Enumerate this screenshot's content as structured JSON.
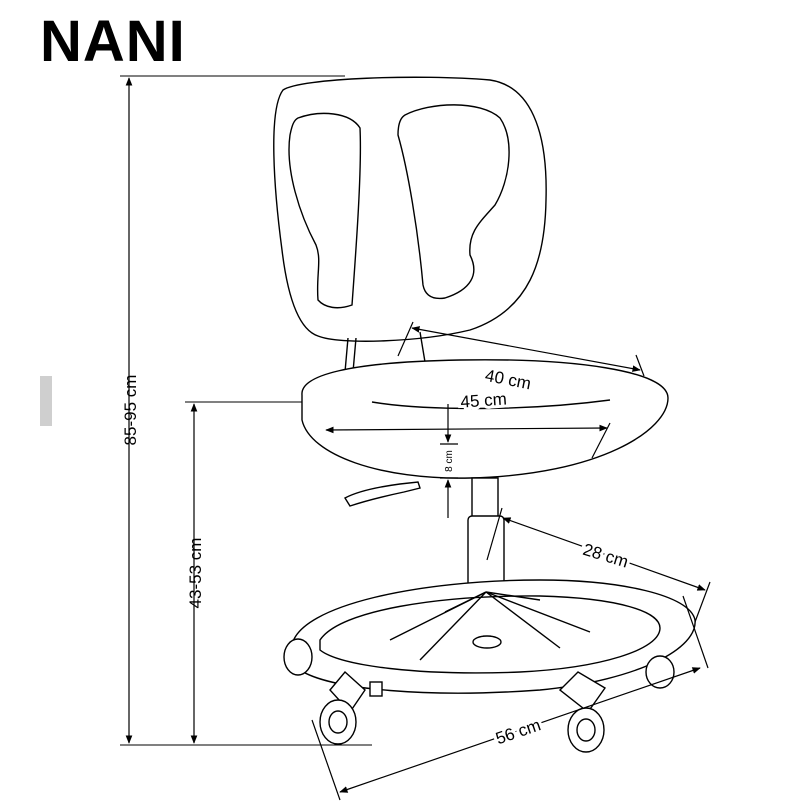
{
  "product": {
    "name": "NANI"
  },
  "dimensions": {
    "total_height": "85-95 cm",
    "seat_height": "43-53 cm",
    "backrest_width": "40 cm",
    "seat_width": "45 cm",
    "seat_thickness": "8 cm",
    "footrest_depth": "28 cm",
    "base_diameter": "56 cm"
  },
  "colors": {
    "line": "#000000",
    "accent_tab": "#cfcfcf"
  }
}
